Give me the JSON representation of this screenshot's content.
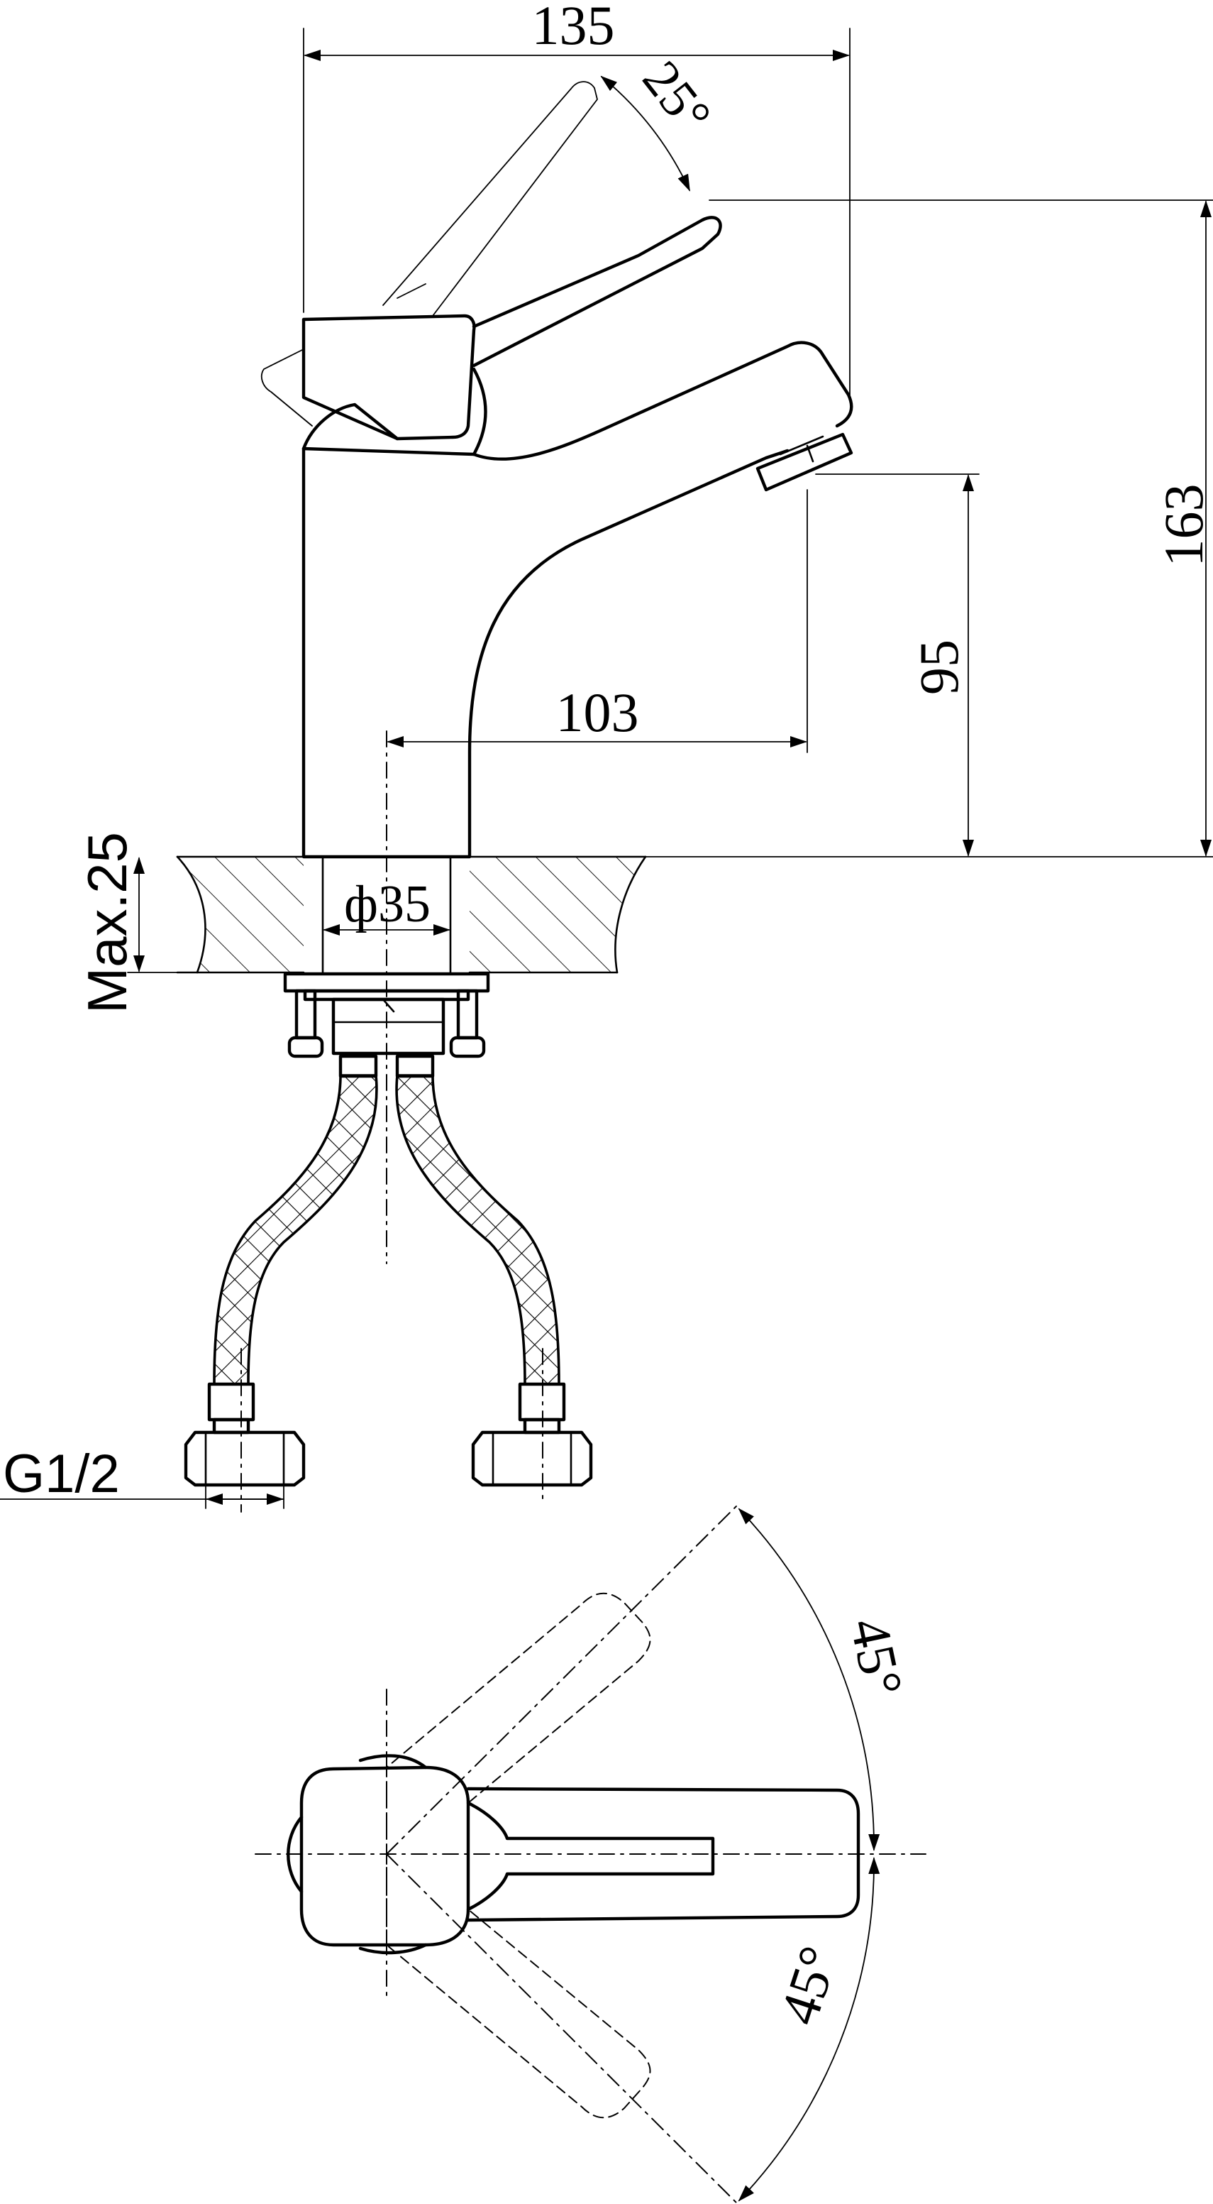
{
  "dimensions": {
    "overall_width": "135",
    "handle_tilt_angle": "25°",
    "overall_height": "163",
    "spout_height": "95",
    "spout_reach": "103",
    "base_diameter": "ф35",
    "max_deck_thickness": "Max.25",
    "connection_thread": "G1/2",
    "lever_swing_upper": "45°",
    "lever_swing_lower": "45°"
  },
  "colors": {
    "line": "#000000",
    "background": "#ffffff"
  }
}
